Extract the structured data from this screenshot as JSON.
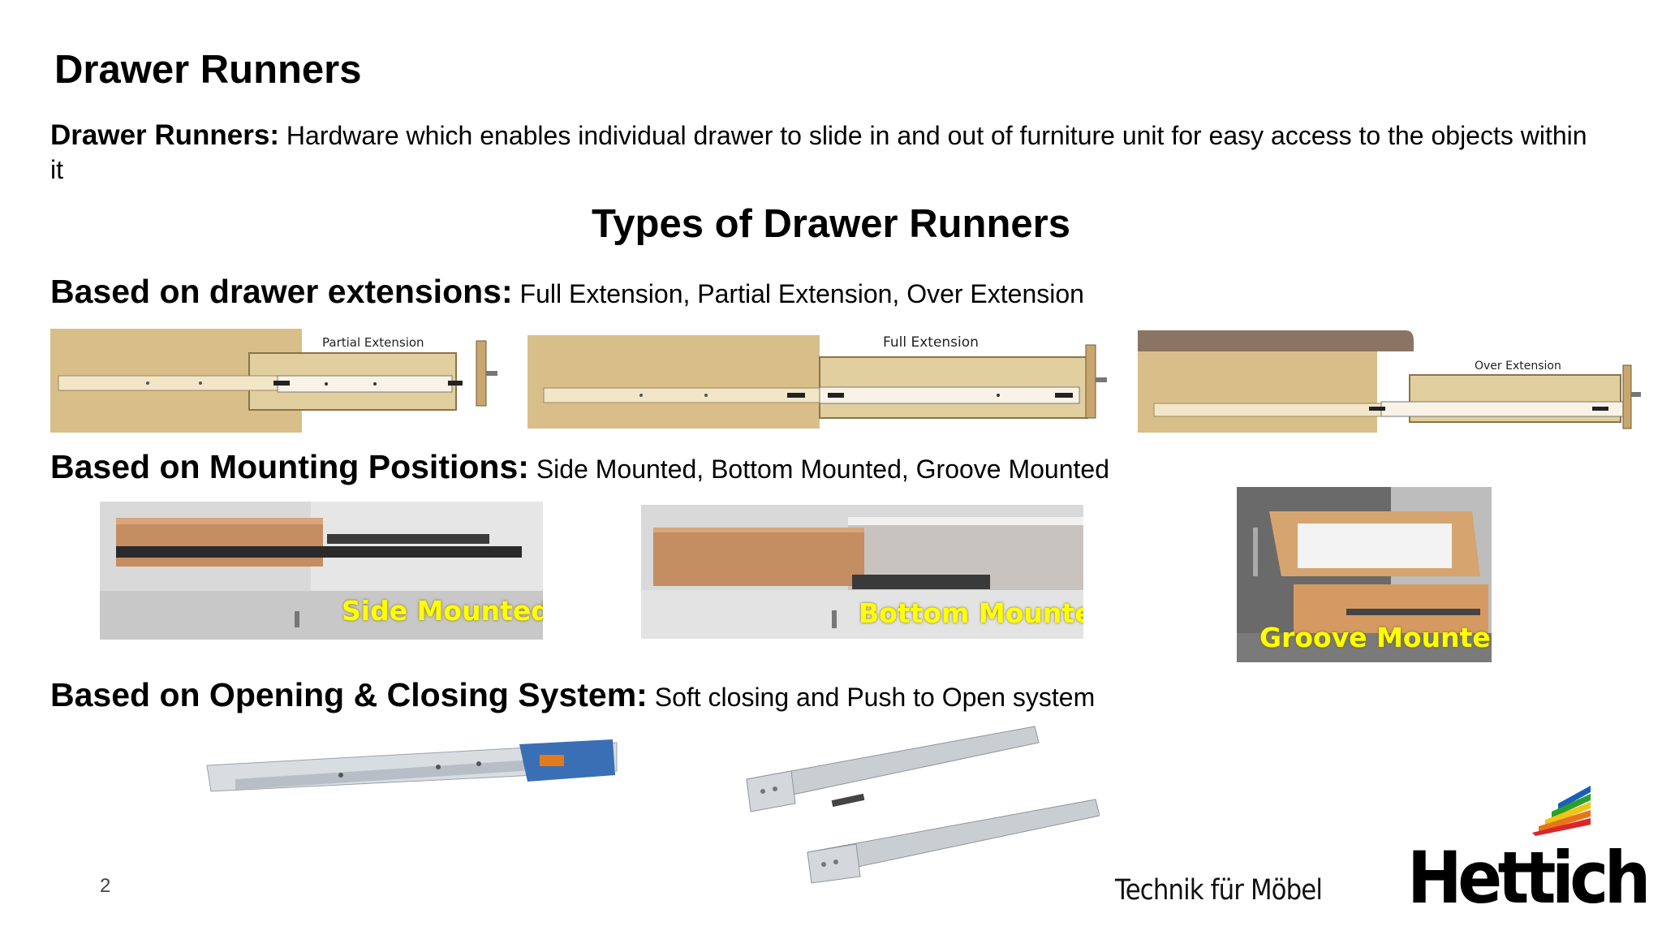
{
  "title": "Drawer Runners",
  "definition": {
    "term": "Drawer Runners:",
    "text": " Hardware which enables individual drawer to slide in and out of furniture unit for easy access to the objects within it"
  },
  "subtitle": "Types of Drawer Runners",
  "sections": [
    {
      "heading": "Based on drawer extensions:",
      "items": " Full Extension, Partial Extension, Over Extension"
    },
    {
      "heading": "Based on Mounting Positions:",
      "items": " Side Mounted, Bottom Mounted, Groove Mounted"
    },
    {
      "heading": "Based on Opening & Closing System:",
      "items": " Soft closing and Push to Open system"
    }
  ],
  "extension_images": {
    "partial": "Partial Extension",
    "full": "Full Extension",
    "over": "Over Extension"
  },
  "mounting_images": {
    "side": "Side Mounted",
    "bottom": "Bottom Mounted",
    "groove": "Groove Mounted"
  },
  "footer": {
    "page_number": "2",
    "tagline": "Technik für Möbel",
    "logo": "Hettich"
  },
  "colors": {
    "wood": "#d8bf8a",
    "overlay_text": "#ffff00",
    "logo_stripes": [
      "#1a5fb4",
      "#2aa02a",
      "#f0c419",
      "#e8741a",
      "#d9262b"
    ]
  }
}
